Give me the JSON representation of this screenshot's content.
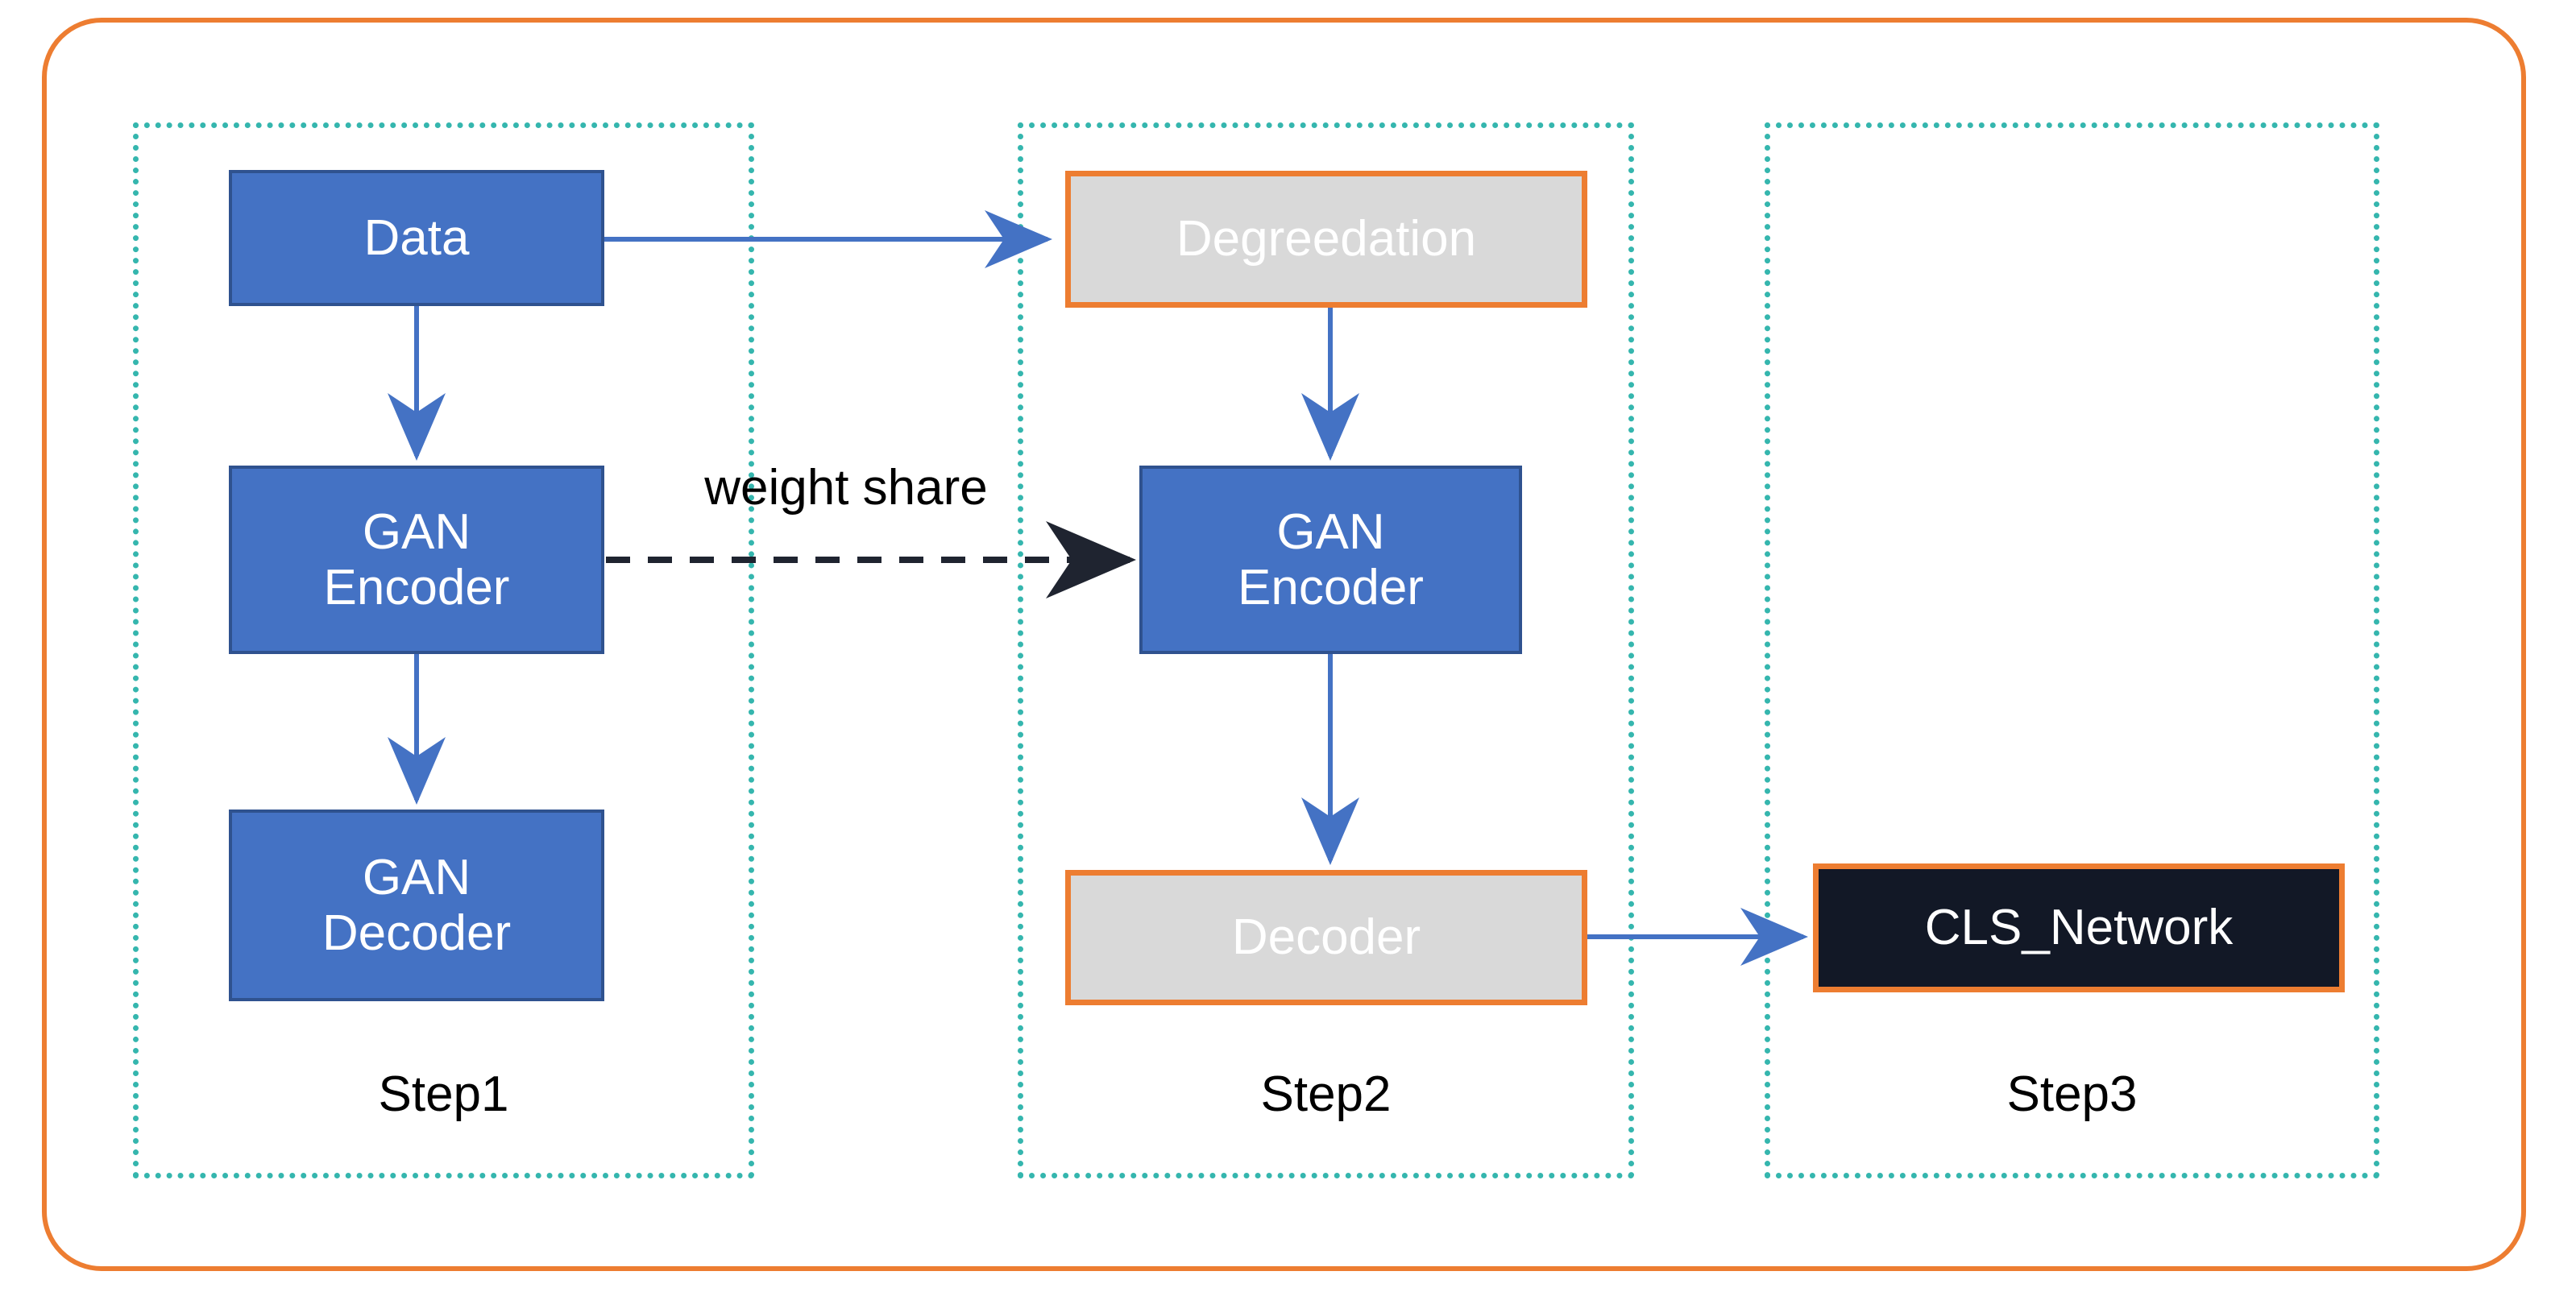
{
  "diagram": {
    "title": "Three-step GAN training and classification pipeline",
    "colors": {
      "outer_frame": "#ED7D31",
      "step_container_border": "#35B6AE",
      "blue_node_fill": "#4472C4",
      "blue_node_border": "#2F528F",
      "grey_node_fill": "#D9D9D9",
      "grey_node_border": "#ED7D31",
      "dark_node_fill": "#121826",
      "dark_node_border": "#ED7D31",
      "arrow_solid": "#4472C4",
      "arrow_dashed": "#1F2430",
      "text_dark": "#000000",
      "text_light": "#FFFFFF"
    },
    "steps": [
      {
        "id": "step1",
        "label": "Step1"
      },
      {
        "id": "step2",
        "label": "Step2"
      },
      {
        "id": "step3",
        "label": "Step3"
      }
    ],
    "nodes": [
      {
        "id": "data",
        "label": "Data",
        "step": "step1",
        "style": "blue"
      },
      {
        "id": "gan_encoder_1",
        "label": "GAN\nEncoder",
        "step": "step1",
        "style": "blue"
      },
      {
        "id": "gan_decoder_1",
        "label": "GAN\nDecoder",
        "step": "step1",
        "style": "blue"
      },
      {
        "id": "degreedation",
        "label": "Degreedation",
        "step": "step2",
        "style": "grey"
      },
      {
        "id": "gan_encoder_2",
        "label": "GAN\nEncoder",
        "step": "step2",
        "style": "blue"
      },
      {
        "id": "decoder",
        "label": "Decoder",
        "step": "step2",
        "style": "grey"
      },
      {
        "id": "cls_network",
        "label": "CLS_Network",
        "step": "step3",
        "style": "dark"
      }
    ],
    "edges": [
      {
        "from": "data",
        "to": "degreedation",
        "kind": "solid",
        "label": ""
      },
      {
        "from": "data",
        "to": "gan_encoder_1",
        "kind": "solid",
        "label": ""
      },
      {
        "from": "gan_encoder_1",
        "to": "gan_decoder_1",
        "kind": "solid",
        "label": ""
      },
      {
        "from": "gan_encoder_1",
        "to": "gan_encoder_2",
        "kind": "dashed",
        "label": "weight share"
      },
      {
        "from": "degreedation",
        "to": "gan_encoder_2",
        "kind": "solid",
        "label": ""
      },
      {
        "from": "gan_encoder_2",
        "to": "decoder",
        "kind": "solid",
        "label": ""
      },
      {
        "from": "decoder",
        "to": "cls_network",
        "kind": "solid",
        "label": ""
      }
    ],
    "labels": {
      "weight_share": "weight share"
    }
  }
}
